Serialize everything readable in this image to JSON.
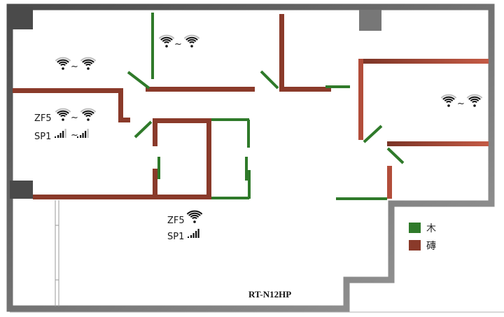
{
  "colors": {
    "wood": "#2f7a2a",
    "brick": "#8a3a2a",
    "brick_light": "#b24d3a",
    "outer_wall": "#6b6b6b"
  },
  "icons": {
    "wifi": "wifi-icon",
    "signal": "signal-bars-icon"
  },
  "labels": {
    "tilde": "~",
    "zf5": "ZF5",
    "sp1": "SP1",
    "router_model": "RT-N12HP"
  },
  "signal_readings": {
    "room_top_left": {
      "zf5_from": 3,
      "zf5_to": 3
    },
    "room_top_middle": {
      "zf5_from": 3,
      "zf5_to": 3
    },
    "room_right": {
      "zf5_from": 3,
      "zf5_to": 3
    },
    "room_left": {
      "zf5_from": 3,
      "zf5_to": 3,
      "sp1_from": 3,
      "sp1_to": 3
    },
    "router_position": {
      "zf5": 4,
      "sp1": 4
    }
  },
  "legend": [
    {
      "color": "#2f7a2a",
      "label": "木"
    },
    {
      "color": "#8a3a2a",
      "label": "磚"
    }
  ]
}
